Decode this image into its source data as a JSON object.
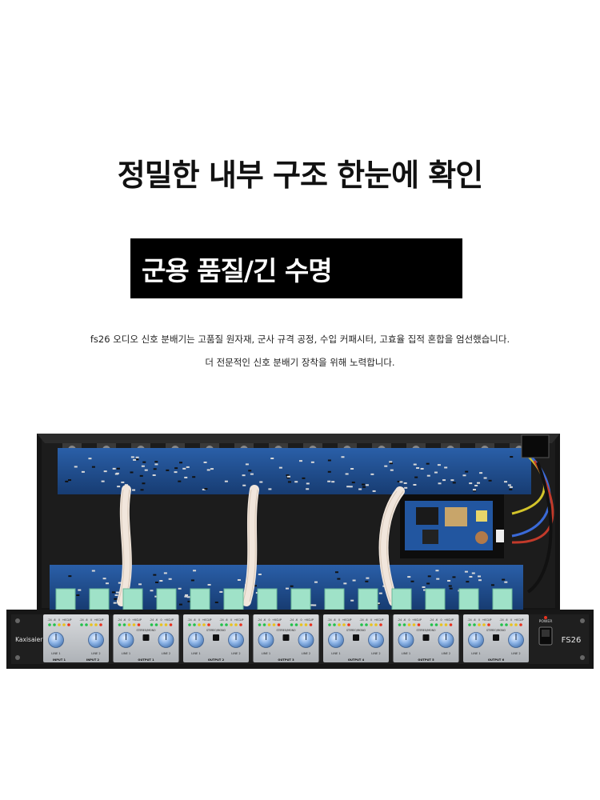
{
  "headline": "정밀한 내부 구조 한눈에 확인",
  "badge_text": "군용 품질/긴 수명",
  "description": {
    "line1": "fs26 오디오 신호 분배기는 고품질 원자재, 군사 규격 공정, 수입 커패시터, 고효율 집적 혼합을 엄선했습니다.",
    "line2": "더 전문적인 신호 분배기 장착을 위해 노력합니다."
  },
  "device": {
    "brand": "Kaxisaier",
    "brand_mark": "®",
    "model": "FS26",
    "power_label": "POWER",
    "led_labels": [
      "-24",
      "-6",
      "0",
      "+6",
      "CLIP"
    ],
    "mode_label": "STEREO/MONO",
    "input_module": {
      "knob_labels": [
        "LINE 1",
        "LINE 2"
      ],
      "section_labels": [
        "INPUT 1",
        "INPUT 2"
      ]
    },
    "output_modules": [
      {
        "name": "OUTPUT 1",
        "knob_labels": [
          "LINE 1",
          "LINE 2"
        ]
      },
      {
        "name": "OUTPUT 2",
        "knob_labels": [
          "LINE 1",
          "LINE 2"
        ]
      },
      {
        "name": "OUTPUT 3",
        "knob_labels": [
          "LINE 1",
          "LINE 2"
        ]
      },
      {
        "name": "OUTPUT 4",
        "knob_labels": [
          "LINE 1",
          "LINE 2"
        ]
      },
      {
        "name": "OUTPUT 5",
        "knob_labels": [
          "LINE 1",
          "LINE 2"
        ]
      },
      {
        "name": "OUTPUT 6",
        "knob_labels": [
          "LINE 1",
          "LINE 2"
        ]
      }
    ],
    "colors": {
      "chassis": "#141414",
      "pcb": "#1f4c8c",
      "faceplate": "#c9ccd0",
      "knob": "#8fb6e8",
      "led_green": "#22c24a",
      "led_yellow": "#e8c21e",
      "led_red": "#e8321e",
      "ribbon_cable": "#f1e6dc"
    }
  }
}
